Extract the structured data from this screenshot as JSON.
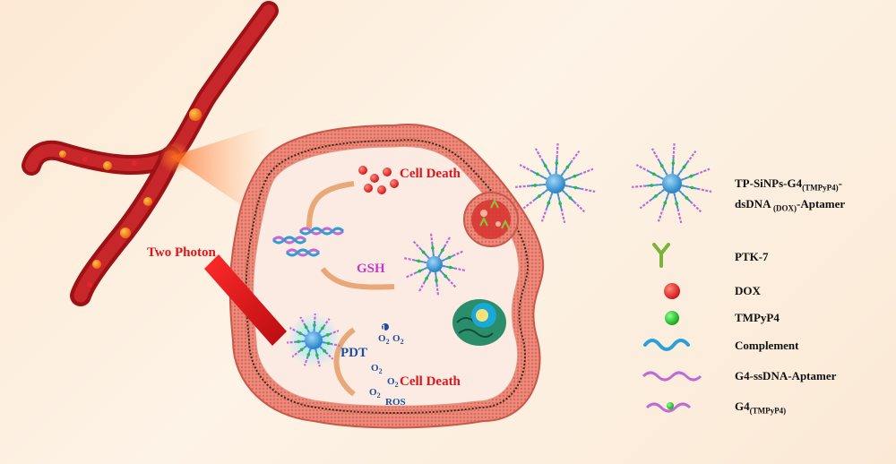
{
  "diagram": {
    "two_photon_label": "Two Photon",
    "cell_death_top": "Cell Death",
    "cell_death_bottom": "Cell Death",
    "gsh_label": "GSH",
    "pdt_label": "PDT",
    "ros_label": "ROS",
    "o2_label": "O",
    "o2_sub": "2",
    "colors": {
      "vessel": "#b5171c",
      "cell_membrane": "#e9776a",
      "cell_interior": "#fcebe2",
      "dox_red": "#e5252a",
      "tmpyp4_green": "#22c12c",
      "nanoparticle_blue": "#4aa3dc",
      "complement_cyan": "#2aa0d6",
      "aptamer_purple": "#c06ad6",
      "gsh_magenta": "#c33ac3",
      "pdt_blue": "#1f4e9e",
      "laser_red": "#e0151b"
    }
  },
  "legend": {
    "items": [
      {
        "icon": "nanoparticle-icon",
        "label": "TP-SiNPs-G4",
        "sub": "(TMPyP4)",
        "label_tail": "-",
        "line2": "dsDNA ",
        "line2_sub": "(DOX)",
        "line2_tail": "-Aptamer"
      },
      {
        "icon": "ptk7-receptor-icon",
        "label": "PTK-7"
      },
      {
        "icon": "dox-dot-icon",
        "label": "DOX"
      },
      {
        "icon": "tmpyp4-dot-icon",
        "label": "TMPyP4"
      },
      {
        "icon": "complement-strand-icon",
        "label": "Complement"
      },
      {
        "icon": "g4-ssdna-aptamer-icon",
        "label": "G4-ssDNA-Aptamer"
      },
      {
        "icon": "g4-tmpyp4-icon",
        "label": "G4",
        "sub": "(TMPyP4)"
      }
    ]
  }
}
